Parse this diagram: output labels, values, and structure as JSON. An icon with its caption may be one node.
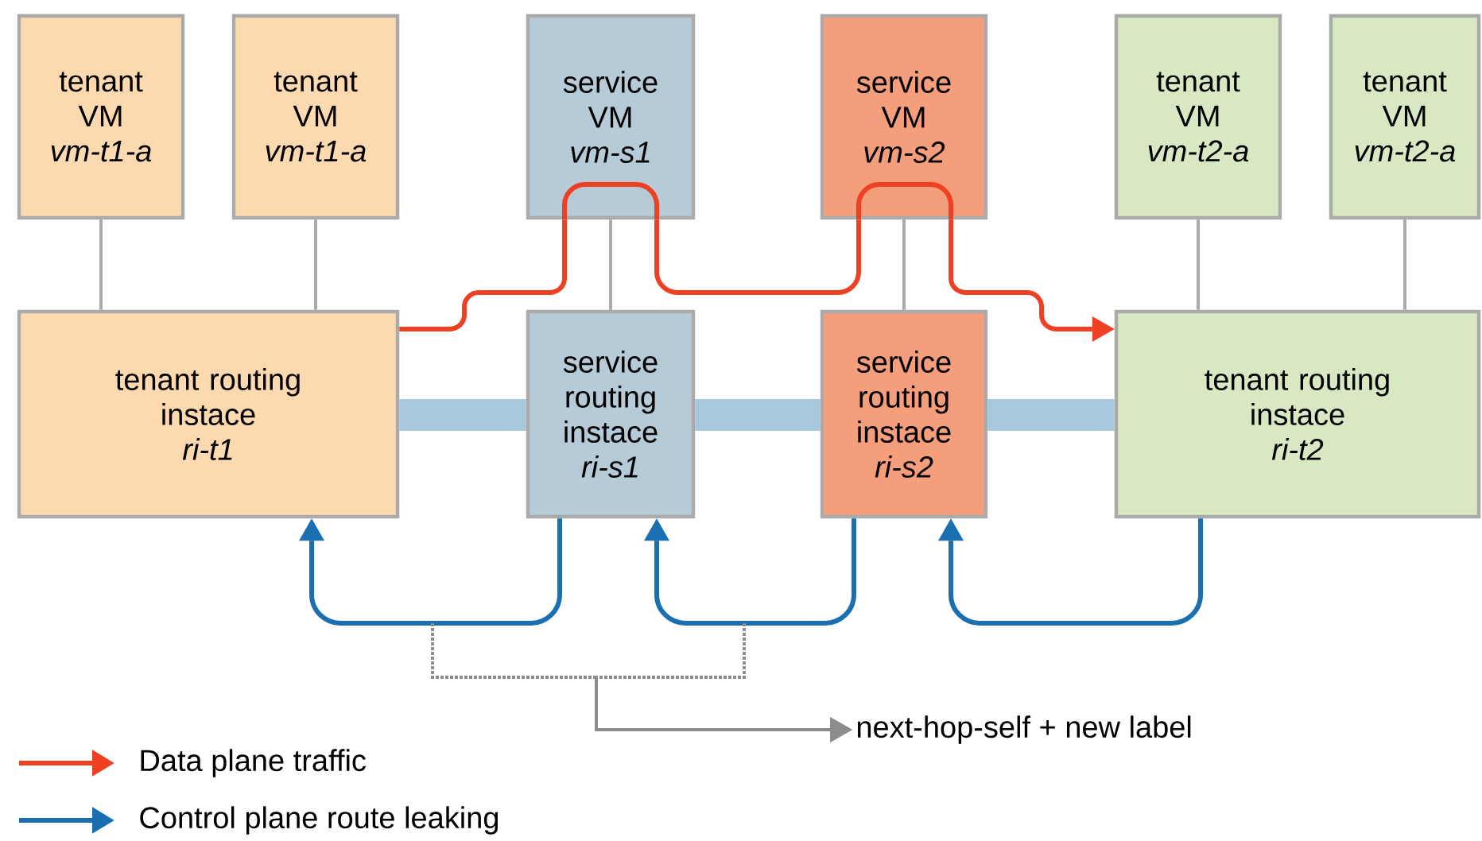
{
  "diagram": {
    "nodes": [
      {
        "text": [
          "tenant VM",
          "vm-t1-a"
        ]
      },
      {
        "text": [
          "tenant VM",
          "vm-t1-a"
        ]
      },
      {
        "text": [
          "service VM",
          "vm-s1"
        ]
      },
      {
        "text": [
          "service VM",
          "vm-s2"
        ]
      },
      {
        "text": [
          "tenant VM",
          "vm-t2-a"
        ]
      },
      {
        "text": [
          "tenant VM",
          "vm-t2-a"
        ]
      },
      {
        "text": [
          "tenant routing instace",
          "ri-t1"
        ]
      },
      {
        "text": [
          "service routing instace",
          "ri-s1"
        ]
      },
      {
        "text": [
          "service routing instace",
          "ri-s2"
        ]
      },
      {
        "text": [
          "tenant routing instace",
          "ri-t2"
        ]
      },
      {
        "text": [
          "next-hop-self + new label"
        ]
      }
    ],
    "edges": [
      {
        "from": 0,
        "to": 6,
        "arrow": "none"
      },
      {
        "from": 1,
        "to": 6,
        "arrow": "none"
      },
      {
        "from": 2,
        "to": 7,
        "arrow": "none"
      },
      {
        "from": 3,
        "to": 8,
        "arrow": "none"
      },
      {
        "from": 4,
        "to": 9,
        "arrow": "none"
      },
      {
        "from": 5,
        "to": 9,
        "arrow": "none"
      },
      {
        "from": 6,
        "to": 7,
        "arrow": "none",
        "style": "thick",
        "color": "#a9c8dc"
      },
      {
        "from": 7,
        "to": 8,
        "arrow": "none",
        "style": "thick",
        "color": "#a9c8dc"
      },
      {
        "from": 8,
        "to": 9,
        "arrow": "none",
        "style": "thick",
        "color": "#a9c8dc"
      },
      {
        "from": 6,
        "to": 2,
        "arrow": "none",
        "color": "#ee4023"
      },
      {
        "from": 2,
        "to": 3,
        "arrow": "none",
        "color": "#ee4023"
      },
      {
        "from": 3,
        "to": 9,
        "arrow": "to",
        "color": "#ee4023"
      },
      {
        "from": 7,
        "to": 6,
        "arrow": "to",
        "color": "#1a6fb0"
      },
      {
        "from": 8,
        "to": 7,
        "arrow": "to",
        "color": "#1a6fb0"
      },
      {
        "from": 9,
        "to": 8,
        "arrow": "to",
        "color": "#1a6fb0"
      },
      {
        "from": null,
        "to": 10,
        "arrow": "to",
        "style": "dashed",
        "color": "#8c8c8c"
      },
      {
        "from": null,
        "to": 10,
        "arrow": "to",
        "style": "dashed",
        "color": "#8c8c8c"
      }
    ],
    "legend": [
      {
        "text": "Data plane traffic"
      },
      {
        "text": "Control plane route leaking"
      }
    ]
  }
}
